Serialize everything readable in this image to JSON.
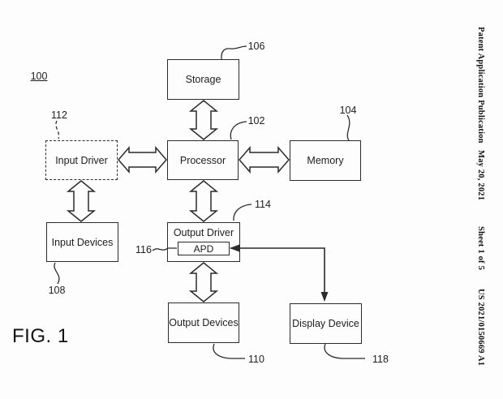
{
  "header": {
    "publication": "Patent Application Publication",
    "date": "May 20, 2021",
    "sheet": "Sheet 1 of 5",
    "document_number": "US 2021/0150669 A1"
  },
  "figure": {
    "label": "FIG. 1",
    "system_ref": "100"
  },
  "blocks": {
    "storage": {
      "label": "Storage",
      "ref": "106"
    },
    "processor": {
      "label": "Processor",
      "ref": "102"
    },
    "memory": {
      "label": "Memory",
      "ref": "104"
    },
    "input_driver": {
      "label": "Input Driver",
      "ref": "112"
    },
    "input_devices": {
      "label": "Input Devices",
      "ref": "108"
    },
    "output_driver": {
      "label": "Output Driver",
      "ref": "114"
    },
    "apd": {
      "label": "APD",
      "ref": "116"
    },
    "output_devices": {
      "label": "Output Devices",
      "ref": "110"
    },
    "display_device": {
      "label": "Display Device",
      "ref": "118"
    }
  },
  "colors": {
    "line": "#2b2b2b",
    "background": "#fdfdfd"
  }
}
